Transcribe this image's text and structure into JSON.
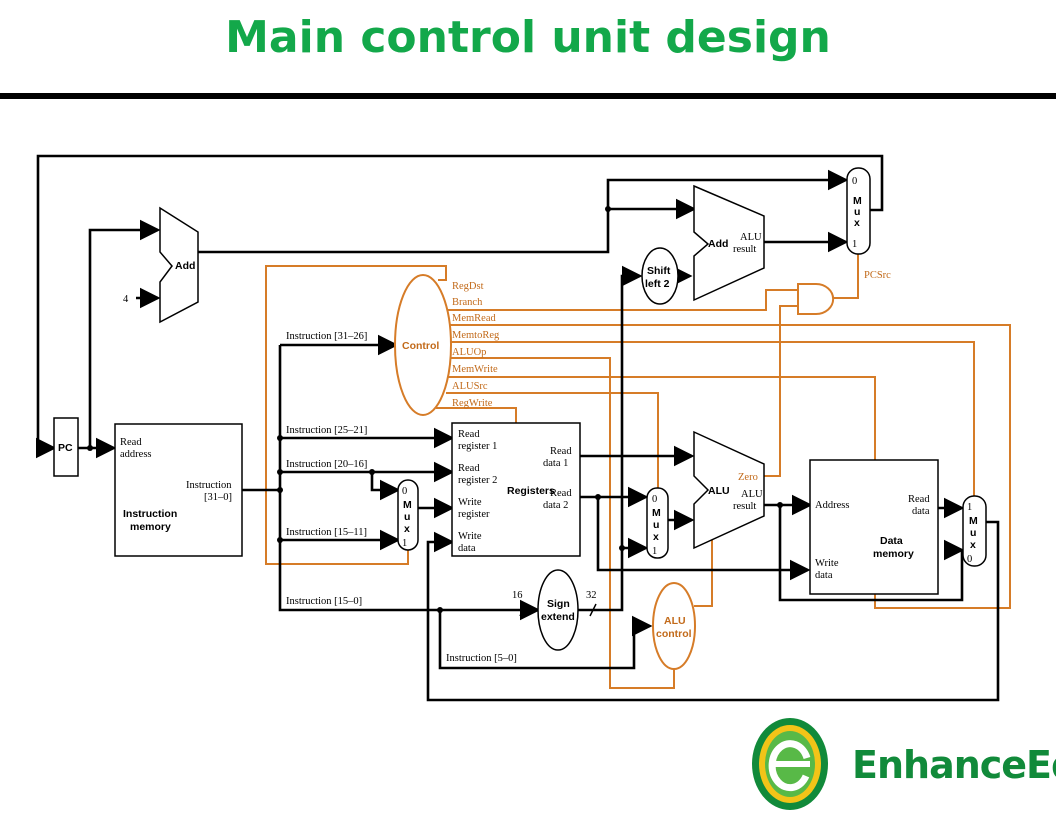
{
  "title": "Main control unit design",
  "blocks": {
    "pc": "PC",
    "add_pc": "Add",
    "four": "4",
    "instr_mem_read": "Read",
    "instr_mem_address": "address",
    "instr_mem_instruction": "Instruction",
    "instr_mem_range": "[31–0]",
    "instr_mem_name1": "Instruction",
    "instr_mem_name2": "memory",
    "control": "Control",
    "registers": "Registers",
    "read_reg1_a": "Read",
    "read_reg1_b": "register 1",
    "read_reg2_a": "Read",
    "read_reg2_b": "register 2",
    "write_reg_a": "Write",
    "write_reg_b": "register",
    "write_data_a": "Write",
    "write_data_b": "data",
    "read_data1_a": "Read",
    "read_data1_b": "data 1",
    "read_data2_a": "Read",
    "read_data2_b": "data 2",
    "shift_a": "Shift",
    "shift_b": "left 2",
    "add_branch": "Add",
    "alu_result_a": "ALU",
    "alu_result_b": "result",
    "alu": "ALU",
    "zero": "Zero",
    "alu_out_a": "ALU",
    "alu_out_b": "result",
    "sign_a": "Sign",
    "sign_b": "extend",
    "alu_control_a": "ALU",
    "alu_control_b": "control",
    "dm_address": "Address",
    "dm_read_a": "Read",
    "dm_read_b": "data",
    "dm_write_a": "Write",
    "dm_write_b": "data",
    "dm_name1": "Data",
    "dm_name2": "memory",
    "bits16": "16",
    "bits32": "32",
    "pcsrc": "PCSrc"
  },
  "mux": {
    "m": "M",
    "u": "u",
    "x": "x",
    "zero": "0",
    "one": "1"
  },
  "instruction_fields": [
    "Instruction [31–26]",
    "Instruction [25–21]",
    "Instruction [20–16]",
    "Instruction [15–11]",
    "Instruction [15–0]",
    "Instruction [5–0]"
  ],
  "control_signals": [
    "RegDst",
    "Branch",
    "MemRead",
    "MemtoReg",
    "ALUOp",
    "MemWrite",
    "ALUSrc",
    "RegWrite"
  ],
  "logo": {
    "text": "EnhanceEdu",
    "colors": {
      "green_dark": "#118a3a",
      "green_light": "#58b947",
      "yellow": "#f2c418"
    }
  },
  "colors": {
    "title": "#13a84a",
    "control": "#d67c28"
  }
}
